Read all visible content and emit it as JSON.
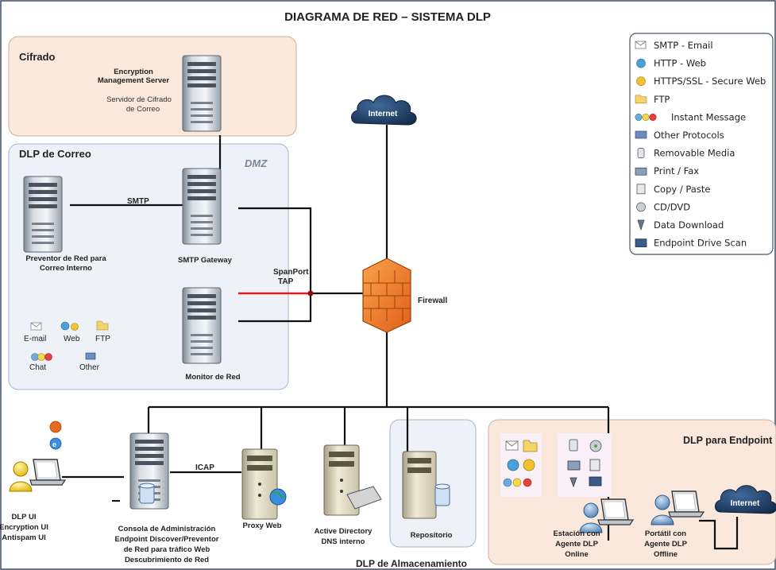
{
  "title": "DIAGRAMA DE RED – SISTEMA DLP",
  "zones": {
    "cifrado": "Cifrado",
    "dlp_correo": "DLP de Correo",
    "dmz": "DMZ",
    "dlp_endpoint": "DLP para Endpoint",
    "dlp_almacenamiento": "DLP de Almacenamiento"
  },
  "nodes": {
    "encryption_server_l1": "Encryption",
    "encryption_server_l2": "Management Server",
    "servidor_cifrado_l1": "Servidor de Cifrado",
    "servidor_cifrado_l2": "de Correo",
    "internet": "Internet",
    "preventor_l1": "Preventor de Red para",
    "preventor_l2": "Correo Interno",
    "smtp_gateway": "SMTP Gateway",
    "monitor": "Monitor de Red",
    "firewall": "Firewall",
    "console_l1": "Consola de Administración",
    "console_l2": "Endpoint Discover/Preventor",
    "console_l3": "de Red para tráfico Web",
    "console_l4": "Descubrimiento de Red",
    "proxy": "Proxy Web",
    "ad_l1": "Active Directory",
    "ad_l2": "DNS interno",
    "repositorio": "Repositorio",
    "estacion_l1": "Estación con",
    "estacion_l2": "Agente DLP",
    "estacion_l3": "Online",
    "portatil_l1": "Portátil con",
    "portatil_l2": "Agente DLP",
    "portatil_l3": "Offline",
    "internet_endpoint": "Internet",
    "dlp_ui_l1": "DLP UI",
    "dlp_ui_l2": "Encryption UI",
    "dlp_ui_l3": "Antispam UI"
  },
  "edges": {
    "smtp": "SMTP",
    "spanport_l1": "SpanPort",
    "spanport_l2": "TAP",
    "icap": "ICAP"
  },
  "mini_protocols": {
    "email": "E-mail",
    "web": "Web",
    "ftp": "FTP",
    "chat": "Chat",
    "other": "Other"
  },
  "legend": [
    {
      "label": "SMTP - Email",
      "icon": "envelope-icon"
    },
    {
      "label": "HTTP - Web",
      "icon": "globe-icon"
    },
    {
      "label": "HTTPS/SSL - Secure Web",
      "icon": "lock-globe-icon"
    },
    {
      "label": "FTP",
      "icon": "folder-icon"
    },
    {
      "label": "Instant Message",
      "icon": "chat-users-icon"
    },
    {
      "label": "Other Protocols",
      "icon": "tcp-icon"
    },
    {
      "label": "Removable Media",
      "icon": "usb-icon"
    },
    {
      "label": "Print / Fax",
      "icon": "printer-icon"
    },
    {
      "label": "Copy / Paste",
      "icon": "clipboard-icon"
    },
    {
      "label": "CD/DVD",
      "icon": "disc-icon"
    },
    {
      "label": "Data Download",
      "icon": "download-icon"
    },
    {
      "label": "Endpoint Drive Scan",
      "icon": "drive-scan-icon"
    }
  ],
  "colors": {
    "cifrado_fill": "#fbe8dc",
    "correo_fill": "#eef1f8",
    "endpoint_fill": "#fbe8dc",
    "firewall": "#f07a20",
    "cloud": "#1f3e64",
    "tap_line": "#e02020"
  }
}
